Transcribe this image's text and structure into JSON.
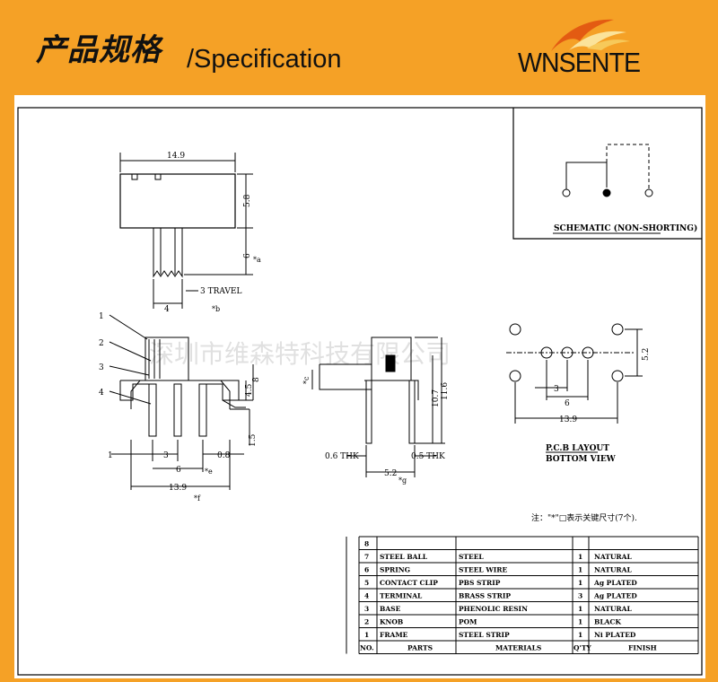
{
  "header": {
    "title_cn": "产品规格",
    "title_en": "/Specification",
    "brand": "WNSENTE",
    "accent_color": "#f5a126",
    "logo_icon": "flame-swoosh-icon"
  },
  "watermark": "深圳市维森特科技有限公司",
  "schematic": {
    "caption": "SCHEMATIC (NON-SHORTING)"
  },
  "top_view": {
    "dim_width": "14.9",
    "dim_height": "5.8",
    "dim_a": "6",
    "label_a": "*a",
    "travel": "3 TRAVEL",
    "label_b": "*b",
    "dim_4": "4"
  },
  "front_view": {
    "callouts": [
      "1",
      "2",
      "3",
      "4"
    ],
    "dim_4_5": "4.5",
    "dim_8": "8",
    "dim_1_5": "1.5",
    "dim_1": "1",
    "dim_3": "3",
    "dim_6": "6",
    "label_e": "*e",
    "dim_0_8": "0.8",
    "dim_13_9": "13.9",
    "label_f": "*f"
  },
  "side_view": {
    "thk_left": "0.6 THK",
    "thk_right": "0.5 THK",
    "dim_5_2": "5.2",
    "label_g": "*g",
    "dim_10_7": "10.7",
    "dim_11_6": "11.6",
    "dim_c": "*c"
  },
  "pcb_layout": {
    "dim_5_2": "5.2",
    "dim_3": "3",
    "dim_6": "6",
    "dim_13_9": "13.9",
    "caption_1": "P.C.B LAYOUT",
    "caption_2": "BOTTOM VIEW"
  },
  "note": "注：\"*\"□表示关键尺寸(7个).",
  "bom": {
    "headers": [
      "NO.",
      "PARTS",
      "MATERIALS",
      "Q'TY",
      "FINISH"
    ],
    "rows": [
      [
        "8",
        "",
        "",
        "",
        ""
      ],
      [
        "7",
        "STEEL BALL",
        "STEEL",
        "1",
        "NATURAL"
      ],
      [
        "6",
        "SPRING",
        "STEEL WIRE",
        "1",
        "NATURAL"
      ],
      [
        "5",
        "CONTACT CLIP",
        "PBS STRIP",
        "1",
        "Ag PLATED"
      ],
      [
        "4",
        "TERMINAL",
        "BRASS STRIP",
        "3",
        "Ag PLATED"
      ],
      [
        "3",
        "BASE",
        "PHENOLIC RESIN",
        "1",
        "NATURAL"
      ],
      [
        "2",
        "KNOB",
        "POM",
        "1",
        "BLACK"
      ],
      [
        "1",
        "FRAME",
        "STEEL STRIP",
        "1",
        "Ni PLATED"
      ]
    ]
  }
}
